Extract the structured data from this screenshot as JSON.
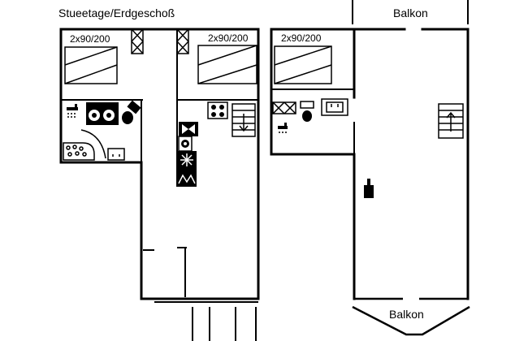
{
  "title": "Stueetage/Erdgeschoß",
  "balcony_top": "Balkon",
  "balcony_bottom": "Balkon",
  "bed_left_1": "2x90/200",
  "bed_left_2": "2x90/200",
  "bed_right": "2x90/200",
  "colors": {
    "line": "#000000",
    "background": "#ffffff"
  },
  "icons": [
    "bed-icon",
    "wardrobe-icon",
    "shower-icon",
    "washing-machine-icon",
    "toilet-icon",
    "whirlpool-icon",
    "sink-icon",
    "stove-icon",
    "stairs-down-icon",
    "stairs-up-icon",
    "dishwasher-icon",
    "fridge-icon",
    "freezer-icon",
    "oven-icon",
    "fireplace-icon"
  ]
}
